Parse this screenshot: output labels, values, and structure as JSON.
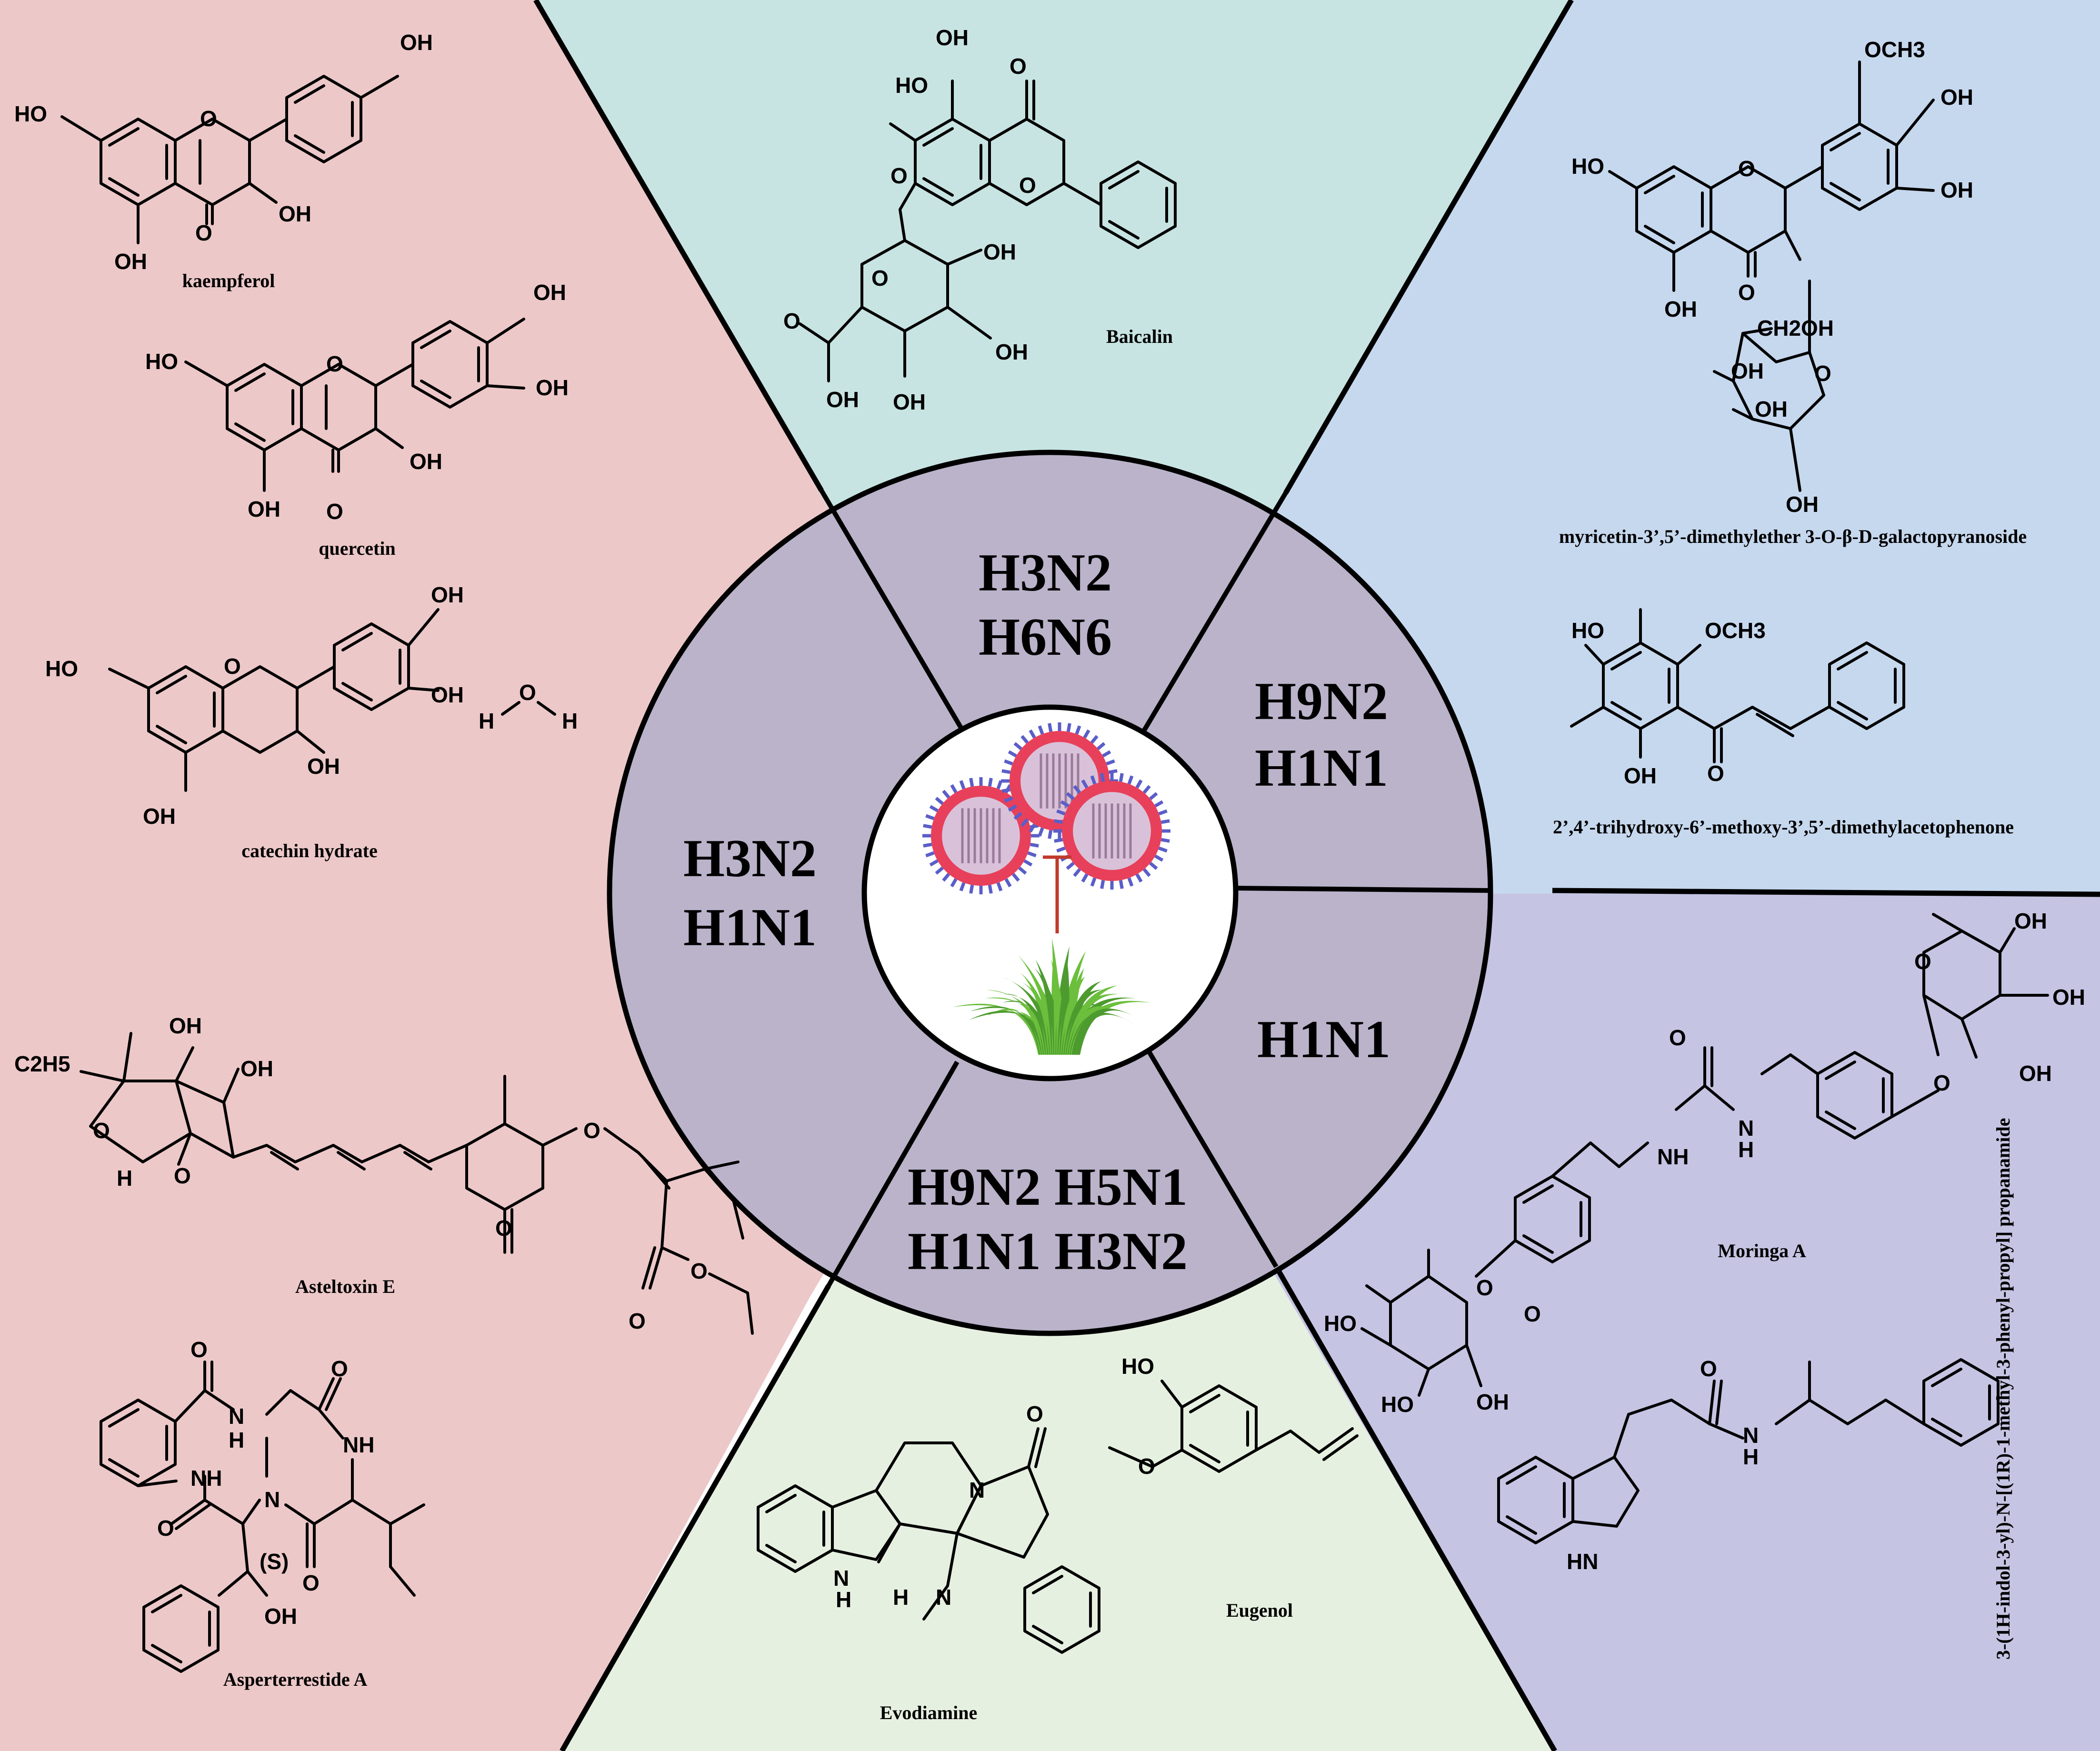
{
  "colors": {
    "pink": "#edc8c8",
    "teal": "#c7e4e2",
    "blue": "#c6d8ee",
    "lavender": "#c5c4e3",
    "mint": "#e6f0e0",
    "ring": "#bab3ca",
    "center": "#ffffff",
    "border": "#000000",
    "virus_membrane": "#e8405a",
    "virus_spike": "#5a5ec8",
    "virus_core": "#d9c2d9",
    "grass": "#4d9b2f",
    "inhibit_line": "#c0392b"
  },
  "compounds": {
    "kaempferol": "kaempferol",
    "quercetin": "quercetin",
    "catechin": "catechin hydrate",
    "asteltoxin": "Asteltoxin E",
    "asperterrestide": "Asperterrestide A",
    "baicalin": "Baicalin",
    "myricetin": "myricetin-3’,5’-dimethylether 3-O-β-D-galactopyranoside",
    "acetophenone": "2’,4’-trihydroxy-6’-methoxy-3’,5’-dimethylacetophenone",
    "moringa": "Moringa A",
    "indole": "3-(1H-indol-3-yl)-N-[(1R)-1-methyl-3-phenyl-propyl] propanamide",
    "evodiamine": "Evodiamine",
    "eugenol": "Eugenol"
  },
  "atoms": {
    "OH": "OH",
    "HO": "HO",
    "O": "O",
    "H": "H",
    "N": "N",
    "NH": "NH",
    "HN": "HN",
    "H_bold": "H",
    "OCH3": "OCH3",
    "CH2OH": "CH2OH",
    "C2H5": "C2H5",
    "S": "(S)"
  },
  "strains": {
    "top_line1": "H3N2",
    "top_line2": "H6N6",
    "left_line1": "H3N2",
    "left_line2": "H1N1",
    "right_top_line1": "H9N2",
    "right_top_line2": "H1N1",
    "right_bottom": "H1N1",
    "bottom_line1": "H9N2 H5N1",
    "bottom_line2": "H1N1 H3N2"
  }
}
